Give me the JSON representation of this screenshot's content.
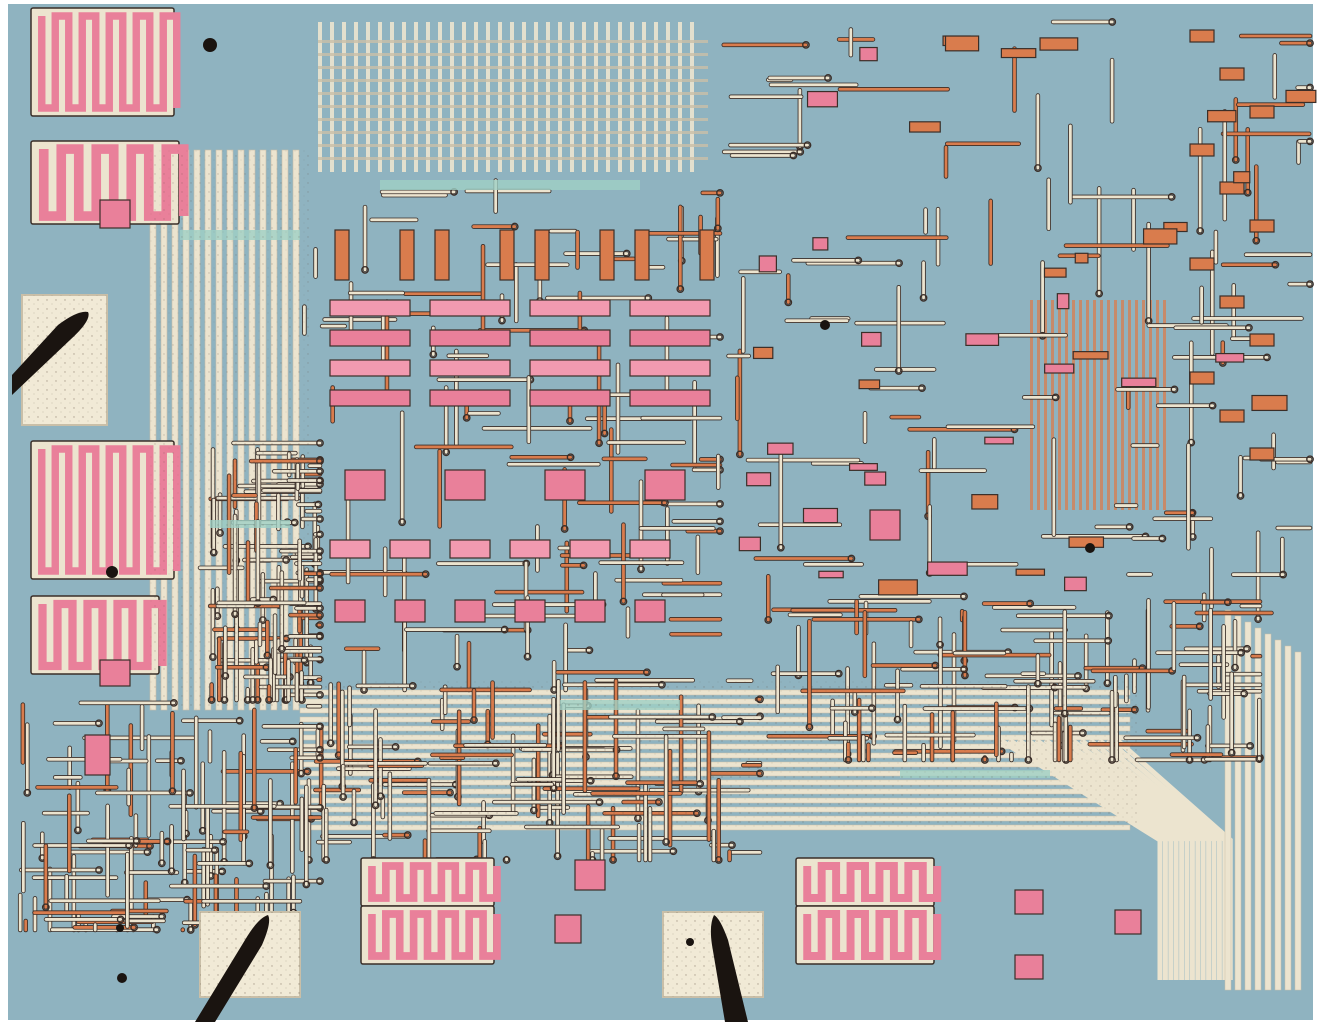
{
  "scene": {
    "subject": "integrated-circuit-die-micrograph",
    "colors": {
      "substrate": "#8fb3c0",
      "metal": "#ece4cf",
      "metal_dark": "#c9bfa8",
      "diffusion": "#e9809a",
      "diffusion_light": "#f19ab0",
      "poly": "#d97c4d",
      "trace_edge": "#3a2e28",
      "green_oxide": "#9fd0c4",
      "probe": "#1a1410"
    },
    "regions": [
      "bond-pad-left",
      "bond-pad-bottom-left",
      "bond-pad-bottom-center",
      "resistor-array-top-left",
      "resistor-array-mid-left",
      "resistor-array-bottom-center",
      "resistor-array-bottom-right",
      "logic-array-top",
      "logic-array-right",
      "bus-lines-bottom"
    ],
    "probes": [
      "probe-needle-left",
      "probe-needle-bottom-left",
      "probe-needle-bottom-center"
    ]
  }
}
